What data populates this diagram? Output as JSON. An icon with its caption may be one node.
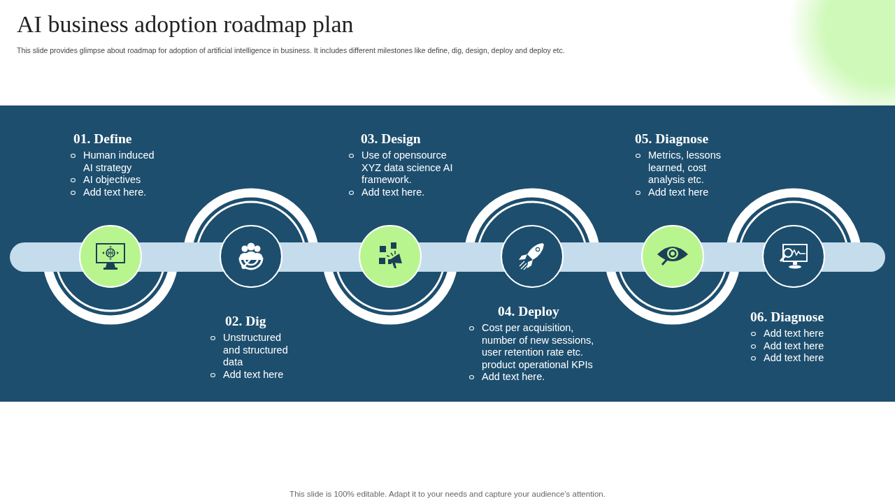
{
  "diagram": {
    "title": "AI business adoption roadmap plan",
    "nodes": [
      {
        "text": [],
        "shape": "circle",
        "beside": [
          "01. Define",
          "Human induced AI strategy",
          "AI objectives",
          "Add text here."
        ]
      },
      {
        "text": [],
        "shape": "circle",
        "beside": [
          "02. Dig",
          "Unstructured and structured data",
          "Add text here"
        ]
      },
      {
        "text": [],
        "shape": "circle",
        "beside": [
          "03. Design",
          "Use of opensource XYZ data science AI framework.",
          "Add text here."
        ]
      },
      {
        "text": [],
        "shape": "circle",
        "beside": [
          "04. Deploy",
          "Cost per acquisition, number of new sessions, user retention rate etc. product operational KPIs",
          "Add text here."
        ]
      },
      {
        "text": [],
        "shape": "circle",
        "beside": [
          "05. Diagnose",
          "Metrics, lessons learned, cost analysis etc.",
          "Add text here"
        ]
      },
      {
        "text": [],
        "shape": "circle",
        "beside": [
          "06. Diagnose",
          "Add text here",
          "Add text here",
          "Add text here"
        ]
      }
    ],
    "labels": [
      "This slide provides glimpse about roadmap for adoption of artificial intelligence in business. It includes different milestones like define, dig, design, deploy and deploy etc."
    ],
    "caption": "This slide is 100% editable. Adapt it to your needs and capture your audience’s attention."
  }
}
